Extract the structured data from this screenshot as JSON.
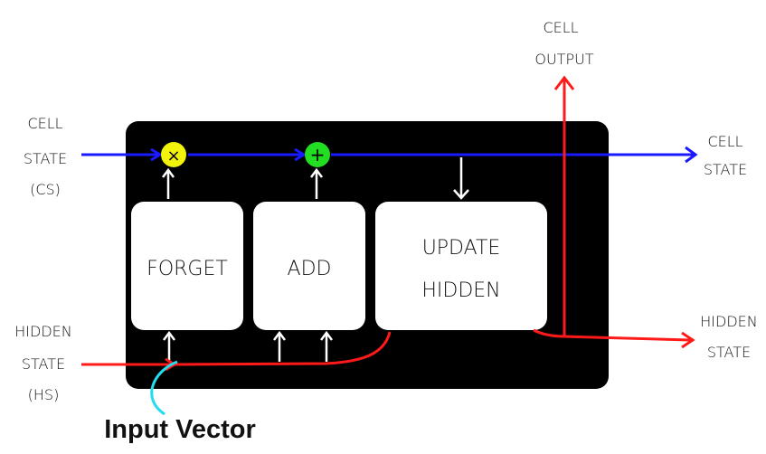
{
  "colors": {
    "cell_state_line": "#1a1aff",
    "hidden_state_line": "#ff1a1a",
    "input_vector_marker": "#22ddee",
    "block": "#000000",
    "gate_box": "#ffffff",
    "multiply_node": "#f2f20a",
    "add_node": "#22dd22"
  },
  "labels": {
    "cell_state_in": [
      "CELL",
      "STATE",
      "(CS)"
    ],
    "cell_state_out": [
      "CELL",
      "STATE"
    ],
    "hidden_state_in": [
      "HIDDEN",
      "STATE",
      "(HS)"
    ],
    "hidden_state_out": [
      "HIDDEN",
      "STATE"
    ],
    "cell_output": [
      "CELL",
      "OUTPUT"
    ],
    "input_vector": "Input Vector"
  },
  "gates": {
    "forget": "FORGET",
    "add": "ADD",
    "update_hidden": [
      "UPDATE",
      "HIDDEN"
    ]
  },
  "nodes": {
    "multiply_symbol": "×",
    "add_symbol": "+"
  },
  "icons": [
    "up-arrow-icon",
    "down-arrow-icon",
    "right-arrow-icon"
  ]
}
